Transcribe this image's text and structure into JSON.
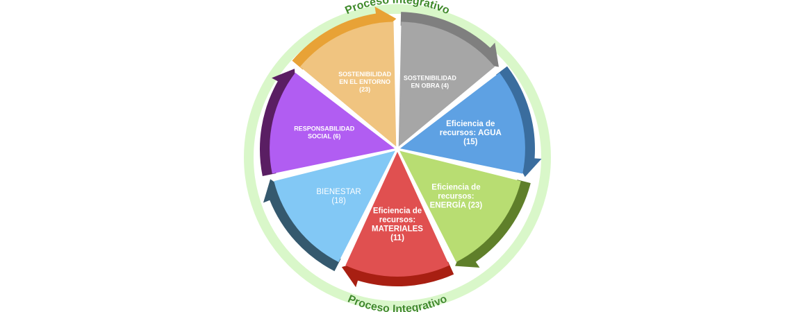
{
  "ring": {
    "label_top": "Proceso Integrativo",
    "label_bottom": "Proceso Integrativo",
    "color": "#d9f7c9",
    "text_color": "#3f8a2a"
  },
  "segments": [
    {
      "id": "obra",
      "lines": [
        "SOSTENIBILIDAD",
        "EN OBRA (4)"
      ],
      "fill": "#a6a6a6",
      "arrow": "#7f7f7f",
      "bold": true,
      "size": "small"
    },
    {
      "id": "agua",
      "lines": [
        "Eficiencia de",
        "recursos: AGUA",
        "(15)"
      ],
      "fill": "#5ea1e3",
      "arrow": "#3a6d9e",
      "bold": true,
      "size": "large"
    },
    {
      "id": "energia",
      "lines": [
        "Eficiencia de",
        "recursos:",
        "ENERGÍA   (23)"
      ],
      "fill": "#b8dd72",
      "arrow": "#5f7f2a",
      "bold": true,
      "size": "large"
    },
    {
      "id": "materiales",
      "lines": [
        "Eficiencia de",
        "recursos:",
        "MATERIALES",
        "(11)"
      ],
      "fill": "#e05050",
      "arrow": "#a81f12",
      "bold": true,
      "size": "large"
    },
    {
      "id": "bienestar",
      "lines": [
        "BIENESTAR",
        "(18)"
      ],
      "fill": "#82c8f5",
      "arrow": "#35596e",
      "bold": false,
      "size": "large"
    },
    {
      "id": "social",
      "lines": [
        "RESPONSABILIDAD",
        "SOCIAL (6)"
      ],
      "fill": "#b15df2",
      "arrow": "#5a1e63",
      "bold": true,
      "size": "small"
    },
    {
      "id": "entorno",
      "lines": [
        "SOSTENIBILIDAD",
        "EN  EL  ENTORNO",
        "(23)"
      ],
      "fill": "#f0c480",
      "arrow": "#e8a236",
      "bold": true,
      "size": "small"
    }
  ]
}
